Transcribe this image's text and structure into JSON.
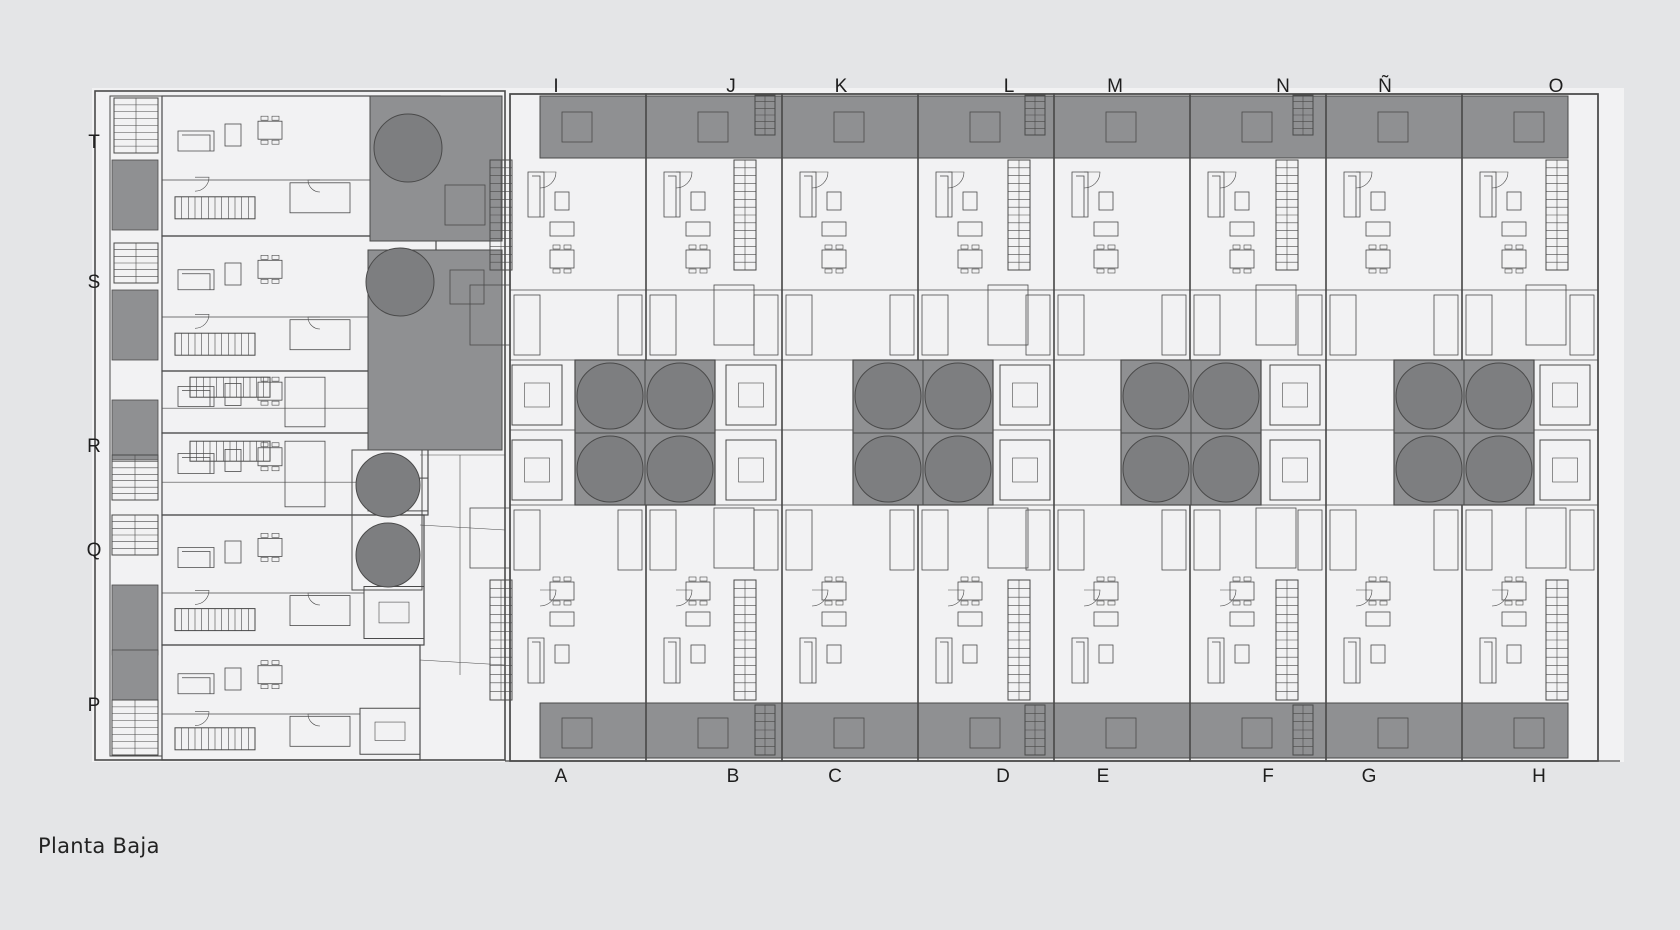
{
  "caption": "Planta Baja",
  "row_labels": [
    "T",
    "S",
    "R",
    "Q",
    "P"
  ],
  "top_labels": [
    "I",
    "J",
    "K",
    "L",
    "M",
    "N",
    "Ñ",
    "O"
  ],
  "bottom_labels": [
    "A",
    "B",
    "C",
    "D",
    "E",
    "F",
    "G",
    "H"
  ],
  "colors": {
    "background": "#e4e5e7",
    "paper": "#f2f2f3",
    "line": "#4a4a4a",
    "shade": "#8f9092",
    "shade_dark": "#7d7e80"
  }
}
